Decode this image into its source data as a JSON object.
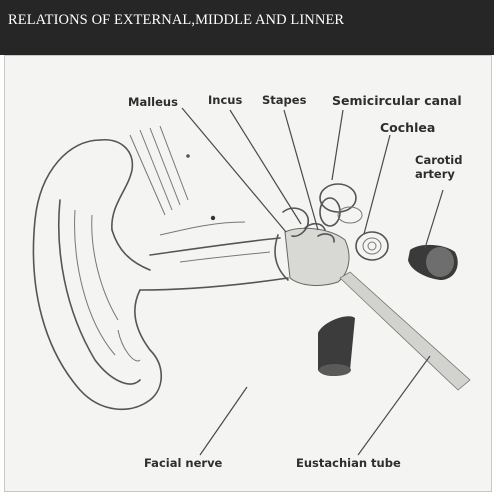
{
  "header": {
    "title": "RELATIONS OF EXTERNAL,MIDDLE AND LINNER"
  },
  "labels": {
    "malleus": "Malleus",
    "incus": "Incus",
    "stapes": "Stapes",
    "semicircular_canal": "Semicircular canal",
    "cochlea": "Cochlea",
    "carotid_line1": "Carotid",
    "carotid_line2": "artery",
    "facial_nerve": "Facial nerve",
    "eustachian_tube": "Eustachian tube"
  }
}
